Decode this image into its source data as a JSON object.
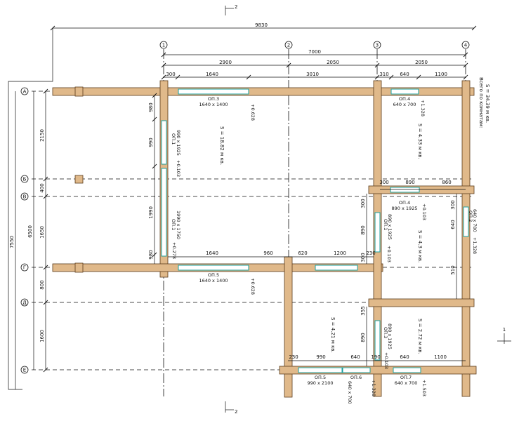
{
  "axes_top": [
    "1",
    "2",
    "3",
    "4"
  ],
  "axes_left": [
    "А",
    "Б",
    "В",
    "Г",
    "Д",
    "Е"
  ],
  "section_mark": "2",
  "section_mark_right": "1",
  "dims": {
    "overall_width": "9830",
    "top_total": "7000",
    "top_2900": "2900",
    "top_2050a": "2050",
    "top_2050b": "2050",
    "top_300": "300",
    "top_1640": "1640",
    "top_3010": "3010",
    "top_310": "310",
    "top_640": "640",
    "top_1100": "1100",
    "left_total": "7550",
    "left_6500": "6500",
    "left_2150": "2150",
    "left_400": "400",
    "left_1650": "1650",
    "left_800": "800",
    "left_1600": "1600",
    "w_980a": "980",
    "w_990": "990",
    "w_1990": "1990",
    "w_980b": "980",
    "mid_1640": "1640",
    "mid_960": "960",
    "mid_620": "620",
    "mid_1200": "1200",
    "mid_230": "230",
    "r_300": "300",
    "r_890": "890",
    "r_860": "860",
    "r_v300": "300",
    "r_v890": "890",
    "r_v300b": "300",
    "r_640": "640",
    "r_510": "510",
    "r_300c": "300",
    "b_355": "355",
    "b_890": "890",
    "bot_230": "230",
    "bot_990": "990",
    "bot_640": "640",
    "bot_190": "190",
    "bot_640b": "640",
    "bot_1100": "1100"
  },
  "windows": {
    "ok3_mark": "ОП.3",
    "ok3_size": "1640 х 1400",
    "ok3_elev": "+0.628",
    "ok4_mark": "ОП.4",
    "ok4_size": "640 х 700",
    "ok4_elev": "+1.328",
    "ok1a_mark": "ОП.1",
    "ok1a_size": "990 х 1925",
    "ok1a_elev": "+0.103",
    "ok1b_mark": "ОП.1",
    "ok1b_size": "1990 х 1750",
    "ok1b_elev": "+0.278",
    "ok4b_mark": "ОП.4",
    "ok4b_size": "890 х 1925",
    "ok4b_elev": "+0.103",
    "ok2_mark": "ОП.2",
    "ok2_size": "640 х 700",
    "ok2_elev": "+1.328",
    "ok1c_mark": "ОП.1",
    "ok1c_size": "890 х 1925",
    "ok1c_elev": "+0.103",
    "ok5_mark": "ОП.5",
    "ok5_size": "1640 х 1400",
    "ok5_elev": "+0.628",
    "ok3b_mark": "ОП.3",
    "ok3b_size": "890 х 1925",
    "ok3b_elev": "+0.103",
    "ok5b_mark": "ОП.5",
    "ok5b_size": "990 х 2100",
    "ok6_mark": "ОП.6",
    "ok6_size": "640 х 700",
    "ok6_elev": "+1.328",
    "ok7_mark": "ОП.7",
    "ok7_size": "640 х 700",
    "ok7_elev": "+1.503"
  },
  "areas": {
    "room1": "S  =  18.82 м кв.",
    "room2": "S  =  4.33 м кв.",
    "room3": "S  =  4.3 м кв.",
    "room4": "S  =  4.21 м кв.",
    "room5": "S  =  2.72 м кв.",
    "total_label": "Всего по комнатам:",
    "total_value": "S  =  34.39 м кв."
  }
}
